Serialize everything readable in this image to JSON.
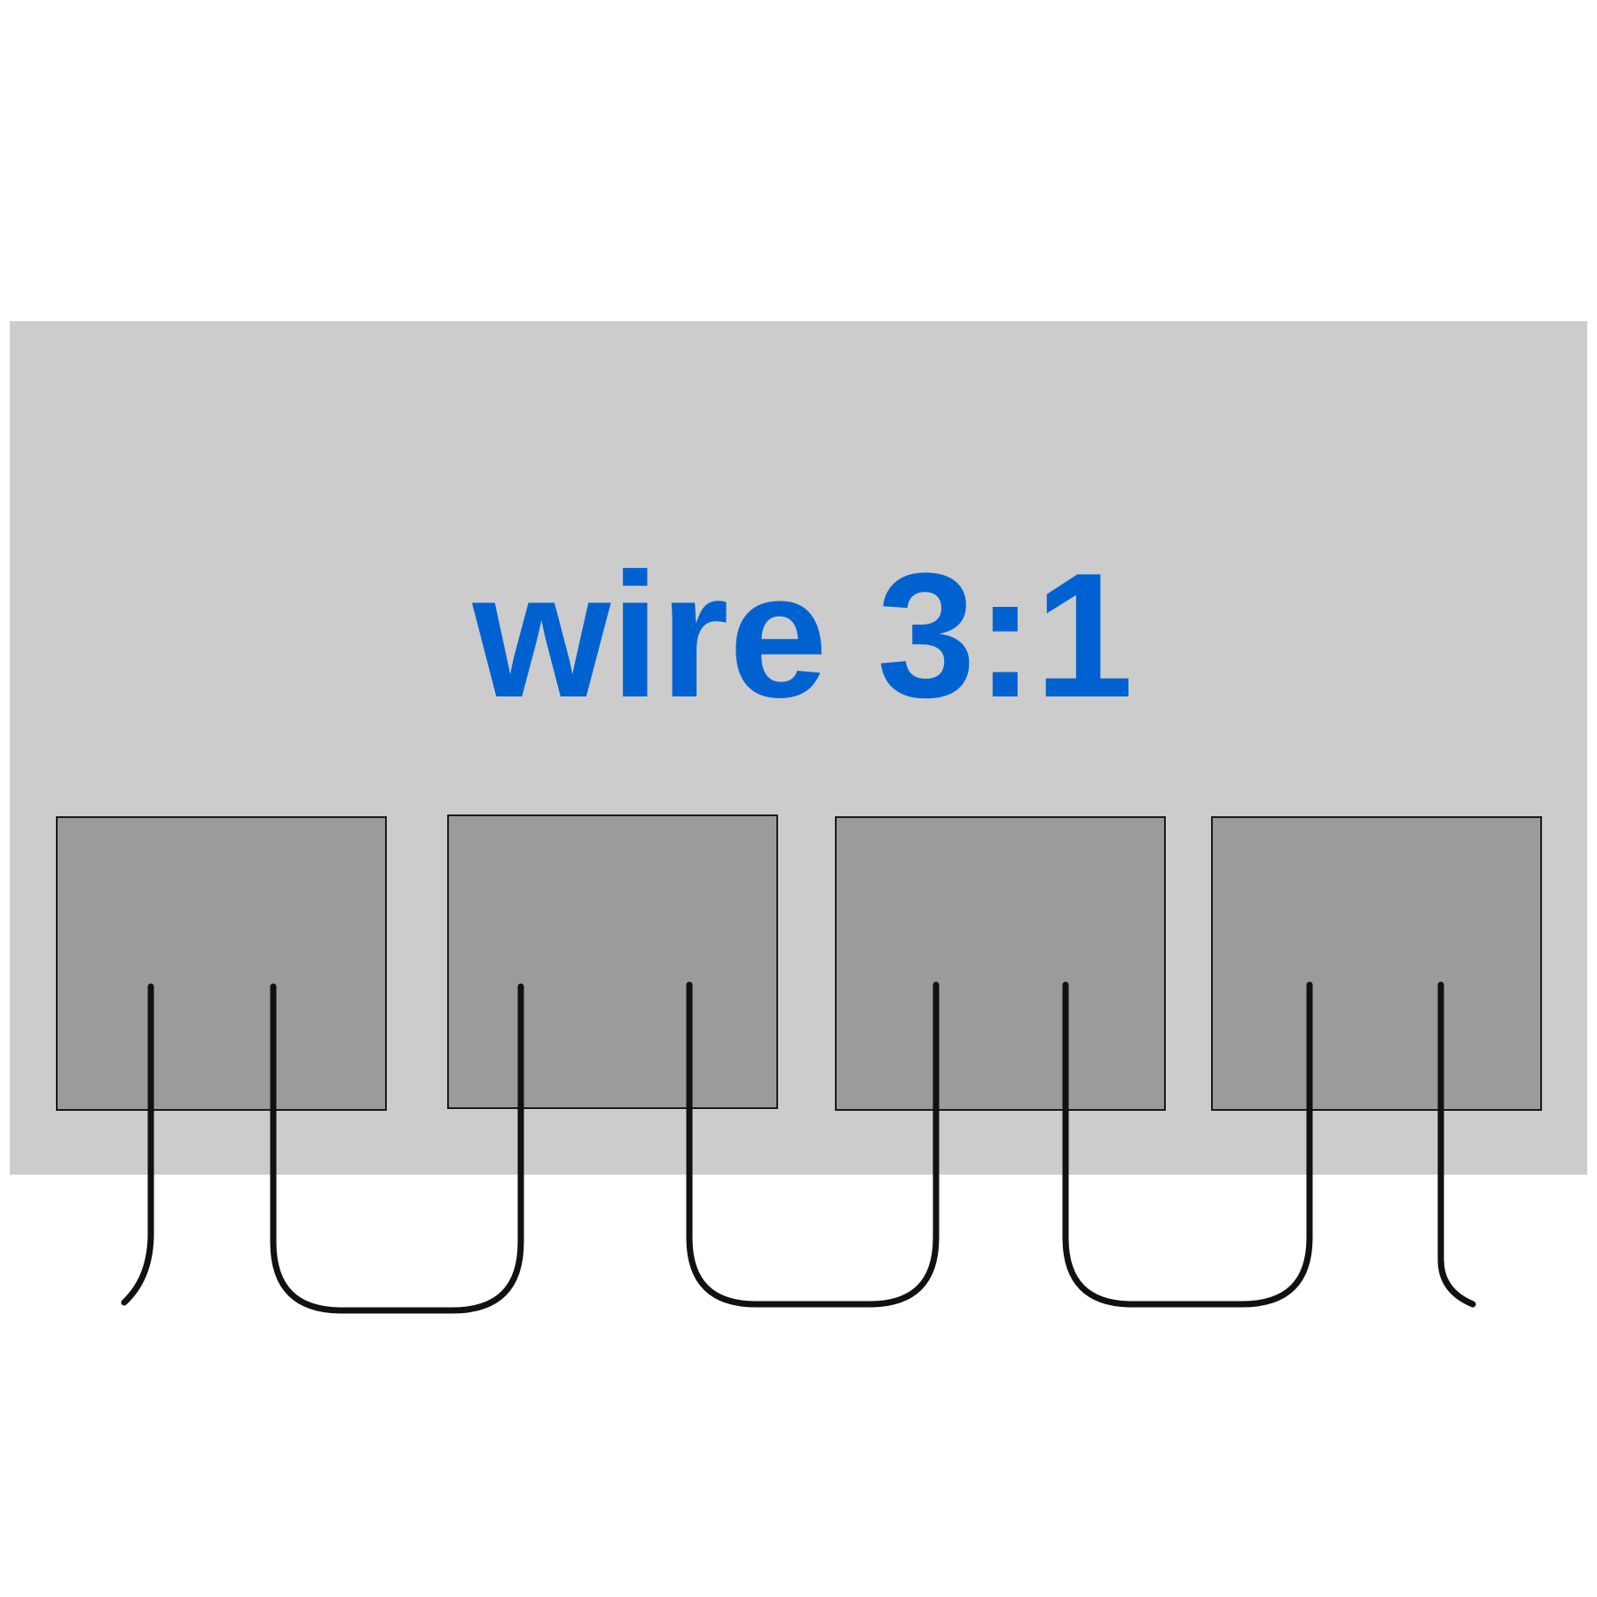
{
  "title": "wire 3:1",
  "colors": {
    "title": "#0062d1",
    "panel": "#cccccc",
    "slot": "#9b9b9b",
    "wire": "#111111",
    "background": "#ffffff"
  },
  "slots": [
    {
      "id": 1
    },
    {
      "id": 2
    },
    {
      "id": 3
    },
    {
      "id": 4
    }
  ]
}
